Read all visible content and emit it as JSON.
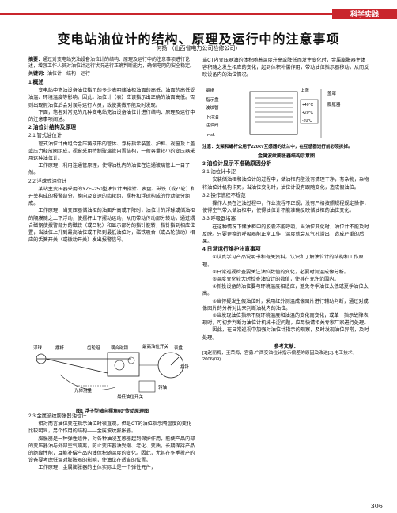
{
  "header": {
    "section_tab": "科学实践"
  },
  "title": "变电站油位计的结构、原理及运行中的注意事项",
  "authors": "何扬 （山西省电力公司检修公司）",
  "abstract": {
    "label": "摘要：",
    "text": "通过对变电站充油设备油位计的结构、原理及运行中的注意事项进行论述，增强工作人员对油位计运行状况进行正确判断能力，确保电网的安全稳定。",
    "keywords_label": "关键词：",
    "keywords": "油位计　结构　运行"
  },
  "left": {
    "s1": "1 概述",
    "p1": "变电站中充油设备油位指示的多少表明储油柜油面的高低，油面的高低受油温、环境温度等影响。因此，油位计（表）应该指示出正确的油面高低。否则出现假油位后会对误导运行人员，致使其做不能及时发现。",
    "p2": "下面，笔者对常见的几种变电站充油设备油位计进行结构、原理及运行中的注意事项阐述。",
    "s2": "2 油位计结构及原理",
    "s21": "2.1 管式油位计",
    "p3": "管式油位计由组合金压铸成形的管体、浮标指示装置、护框、视窗及上盖或压力释放阀组成，视窗采用特制玻璃管内置结构，一般容量较小的变压器采用这种油位计。",
    "p4": "工作原理：利用连通管原理，使得油枕内的油位在连通玻璃管上一目了然。",
    "s22": "2.2 浮球式油位计",
    "p5": "某站主变压器采用的YZF–250型油位计由指针、表盘、磁铁（或凸轮）和开关构成的报警部分、换向及变速的齿轮组、摆杆和浮球构成的传动部分组成。",
    "p6": "工作原理：当变压器储油柜的油面升高或下降时，油位计的浮球或储油柜的隔膜随之上下浮动，使摆杆上下摆动运动，从而带动传动部分转动，通过耦合磁钢使报警部分的磁铁（或凸轮）和显示部分的指针旋转，指针指到相应位置，当油位上升到最高油位或下降到最低油位时，磁铁吸合（或凸轮放动）相应的舌簧开关（或微动开关）发出报警信号。",
    "fig1_labels": {
      "float": "浮球",
      "rod": "摆杆",
      "gear": "齿轮组",
      "coupling": "耦合磁钢",
      "alarm": "最高油位开关",
      "dial": "表盘",
      "pointer": "指针",
      "optical": "光体测量",
      "minlevel": "最低油位开关",
      "shaft": "转轴"
    },
    "fig1_caption": "图1 浮子型轴向摆角60°传动原理图",
    "s23": "2.3 金属波纹膨胀器油位计",
    "p7": "相对而言油位变在指示油位时很直观，但是CT的油位指示隔温度的变化比较明显，另个作用的结构——金属波纹膨胀器。",
    "p8": "膨胀器是一种弹性组件，对各种油浸互感器起到保护作用，能使产品内部的变压器油与外部空气隔离，防止变压器油受潮、老化、变质，长期保持产品的绝缘性能，且能补偿产品内油体积随温度的变化。因此，尤其在冬季投产的设备要考虑低温对膨胀器的影响，使油位在适当的位置。",
    "p9": "工作原理：金属膨胀器的主体实际上是一个弹性元件，"
  },
  "right": {
    "p10": "当CT内变压器油的体积随着温度升高或降低而发生变化时，金属膨胀器主体容积随之发生相应的变化，起到体积补偿作用，带动油位指示器移动，从而反映设备内的油位情况。",
    "fig2_labels": {
      "cover": "罩帽",
      "plate": "上盖",
      "tube": "盖罩",
      "indicator": "指示盘",
      "bellows": "波纹管",
      "expander": "膨胀器",
      "low": "下注油",
      "cutline": "注油阀",
      "bottom": "n–sk",
      "t1": "+40°C",
      "t2": "+20°C",
      "t3": "-20°C"
    },
    "fig2_note": "注意：支架和螺杆公用于220kV互感器的法兰中，在互感器进行前必须拆掉。",
    "fig2_caption": "金属波纹膨胀器结构示意图",
    "s3": "3 油位计显示不准确原因分析",
    "s31": "3.1 油位计卡涩",
    "p11": "安装储油柜和油位计的过程中，储油柜内壁没有清理干净，有杂物，杂物将油位计机构卡死，当油位变化时，油位计没有跟随变化，造成假油位。",
    "s32": "3.2 操作流程不规范",
    "p12": "操作人员在注油过程中，作业流程不正规，没有严格按照规程规定操作，使得空气带入储油柜中，使得油位计不能准确反映储油柜的油位变化。",
    "s33": "3.3 呼吸器堵塞",
    "p13": "在这种情况下储油柜中的胶囊不能呼吸，当油位变化时，油位计不能及时反映。只要更换的呼吸器能正常工作，温度就会从气孔溢出，造成严重的后果。",
    "s4": "4 日常运行维护注意事项",
    "l1": "①认真学习产品说明书和有关资料，认识和了解油位计的结构和工作原理。",
    "l2": "②日常巡视检查要关注油位数值的变化，必要时测温成像分析。",
    "l3": "③温度变化较大时检查油位计的数值，使其在允许范围内。",
    "l4": "④新投设备的油位要与环境温度相适应，避免冬季油位太低或夏季油位太高。",
    "l5": "⑤当怀疑发生假油位时，采用红外测温成像图片进行辅助判断，通过对成像图片的分析对比来判断油枕内的油位。",
    "l6": "⑥当发现油位指示不随环境温度和油温的变化而变化，或单一指示故障表现时，可初步判断为油位计机械卡涩问题，应尽快请相关专家厂家进行处理。",
    "p14": "因此，在日常巡视中加强对油位计指示的观察，及时发现油位异常，及时处理。",
    "ref_title": "参考文献：",
    "ref1": "[1]赵丽梅，王荣海，宫勇.广西变油位计指示偏差的原因及改进[J].电工技术，2006(09)."
  },
  "page_number": "306"
}
